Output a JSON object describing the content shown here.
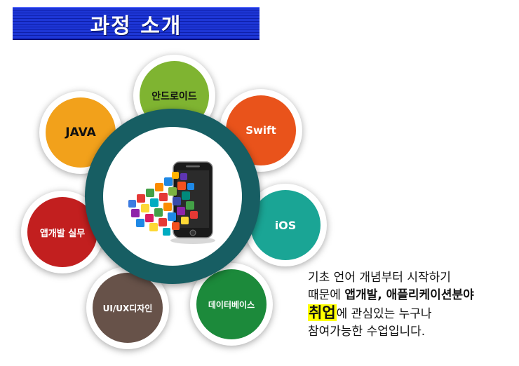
{
  "header": {
    "title": "과정 소개"
  },
  "petals": [
    {
      "id": "android",
      "label": "안드로이드",
      "color": "#7fb431",
      "text_color": "#111111"
    },
    {
      "id": "swift",
      "label": "Swift",
      "color": "#e9531b",
      "text_color": "#ffffff"
    },
    {
      "id": "java",
      "label": "JAVA",
      "color": "#f2a11b",
      "text_color": "#111111"
    },
    {
      "id": "ios",
      "label": "iOS",
      "color": "#1aa595",
      "text_color": "#ffffff"
    },
    {
      "id": "app-dev",
      "label": "앱개발 실무",
      "color": "#c21f1f",
      "text_color": "#ffffff"
    },
    {
      "id": "database",
      "label": "데이터베이스",
      "color": "#1c8a3b",
      "text_color": "#ffffff"
    },
    {
      "id": "uiux",
      "label": "UI/UX디자인",
      "color": "#675249",
      "text_color": "#ffffff"
    }
  ],
  "hub": {
    "ring_color": "#175e63"
  },
  "caption": {
    "line1": "기초 언어 개념부터 시작하기",
    "line2_start": "때문에 ",
    "line2_bold": "앱개발, 애플리케이션분야",
    "highlight": "취업",
    "line3_rest": "에 관심있는 누구나",
    "line4": "참여가능한 수업입니다."
  }
}
